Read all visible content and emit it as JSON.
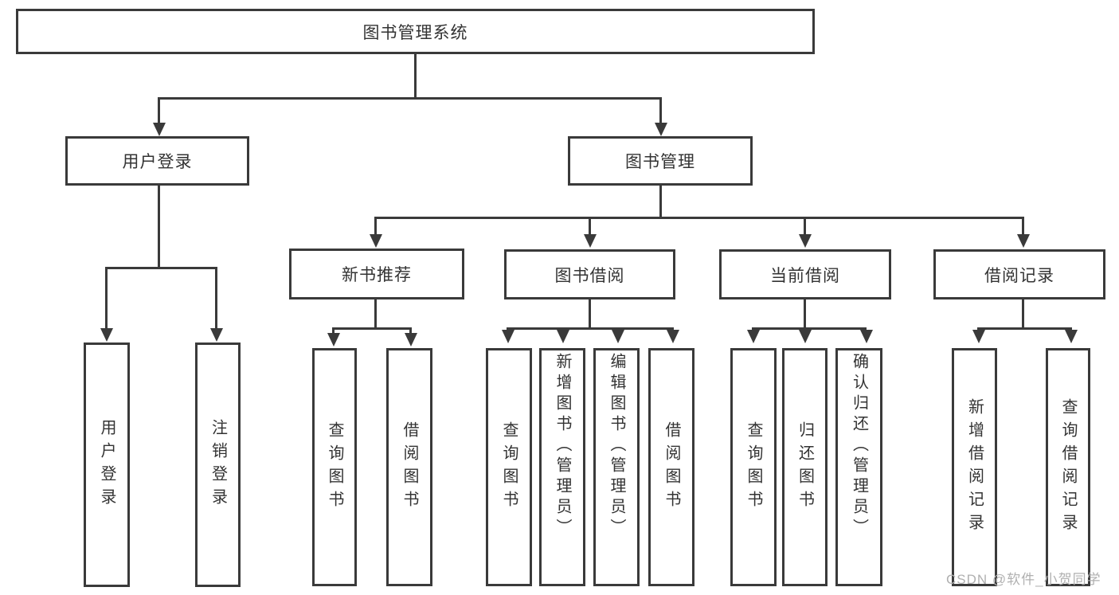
{
  "diagram": {
    "title_node": "图书管理系统",
    "level2": {
      "user_login": "用户登录",
      "book_mgmt": "图书管理"
    },
    "level3": {
      "new_book": "新书推荐",
      "book_borrow": "图书借阅",
      "current_borrow": "当前借阅",
      "borrow_record": "借阅记录"
    },
    "leaves": {
      "user_login_login": "用户登录",
      "user_login_logout": "注销登录",
      "new_book_query": "查询图书",
      "new_book_borrow": "借阅图书",
      "book_borrow_query": "查询图书",
      "book_borrow_add": "新增图书（管理员）",
      "book_borrow_edit": "编辑图书（管理员）",
      "book_borrow_borrow": "借阅图书",
      "current_borrow_query": "查询图书",
      "current_borrow_return": "归还图书",
      "current_borrow_confirm": "确认归还（管理员）",
      "borrow_record_add": "新增借阅记录",
      "borrow_record_query": "查询借阅记录"
    },
    "watermark": "CSDN @软件_小贺同学",
    "colors": {
      "line": "#3a3a3a",
      "text": "#333333",
      "watermark": "#b0b0b0",
      "background": "#ffffff"
    }
  }
}
